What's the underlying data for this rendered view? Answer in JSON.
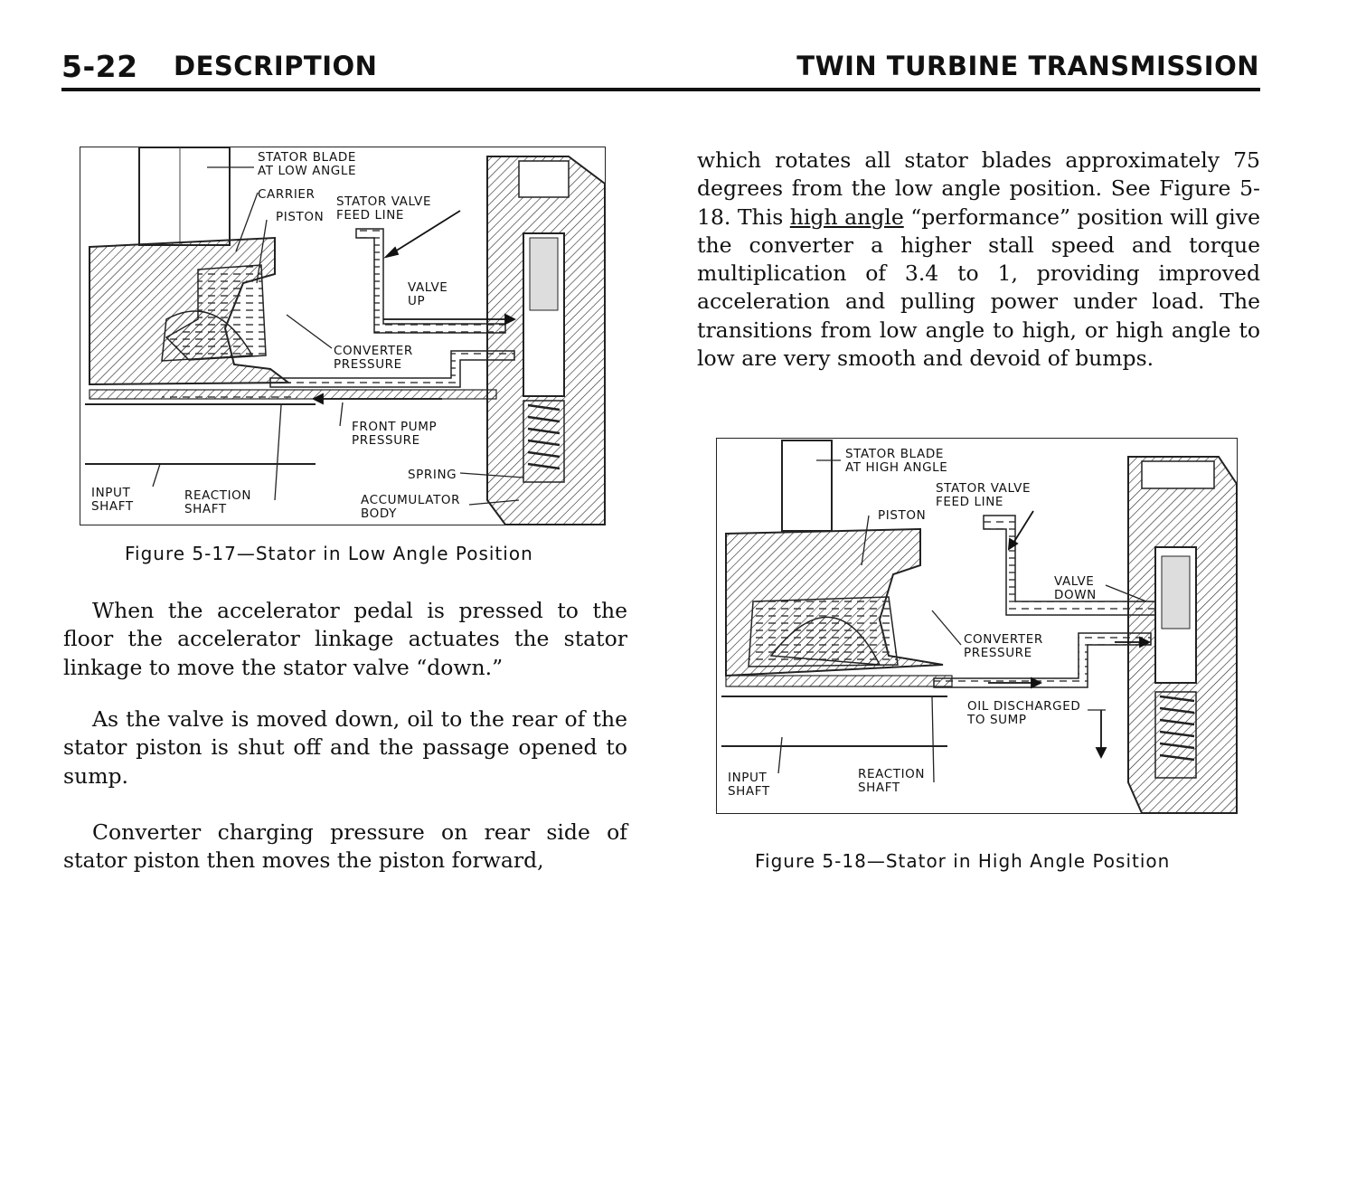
{
  "header": {
    "page_number": "5-22",
    "section": "DESCRIPTION",
    "title": "TWIN TURBINE TRANSMISSION"
  },
  "left_column": {
    "para1": "When the accelerator pedal is pressed to the floor the accelerator linkage actuates the stator linkage to move the stator valve “down.”",
    "para2": "As the valve is moved down, oil to the rear of the stator piston is shut off and the passage opened to sump.",
    "para3": "Converter charging pressure on rear side of stator piston then moves the piston forward,"
  },
  "right_column": {
    "para1_before": "which rotates all stator blades approximately 75 degrees from the low angle position. See Figure 5-18. This ",
    "para1_underlined": "high angle",
    "para1_after": " “performance” position will give the converter a higher stall speed and torque multiplication of 3.4 to 1, providing improved acceleration and pulling power under load. The transitions from low angle to high, or high angle to low are very smooth and devoid of bumps."
  },
  "figure_1": {
    "caption": "Figure 5-17—Stator in Low Angle Position",
    "labels": {
      "stator_blade": "STATOR BLADE\nAT LOW ANGLE",
      "carrier": "CARRIER",
      "piston": "PISTON",
      "stator_valve_feed_line": "STATOR VALVE\nFEED LINE",
      "valve_up": "VALVE\nUP",
      "converter_pressure": "CONVERTER\nPRESSURE",
      "front_pump_pressure": "FRONT PUMP\nPRESSURE",
      "spring": "SPRING",
      "input_shaft": "INPUT\nSHAFT",
      "reaction_shaft": "REACTION\nSHAFT",
      "accumulator_body": "ACCUMULATOR\nBODY"
    }
  },
  "figure_2": {
    "caption": "Figure 5-18—Stator in High Angle Position",
    "labels": {
      "stator_blade": "STATOR BLADE\nAT HIGH ANGLE",
      "stator_valve_feed_line": "STATOR VALVE\nFEED LINE",
      "piston": "PISTON",
      "valve_down": "VALVE\nDOWN",
      "converter_pressure": "CONVERTER\nPRESSURE",
      "oil_discharged": "OIL DISCHARGED\nTO SUMP",
      "input_shaft": "INPUT\nSHAFT",
      "reaction_shaft": "REACTION\nSHAFT"
    }
  }
}
